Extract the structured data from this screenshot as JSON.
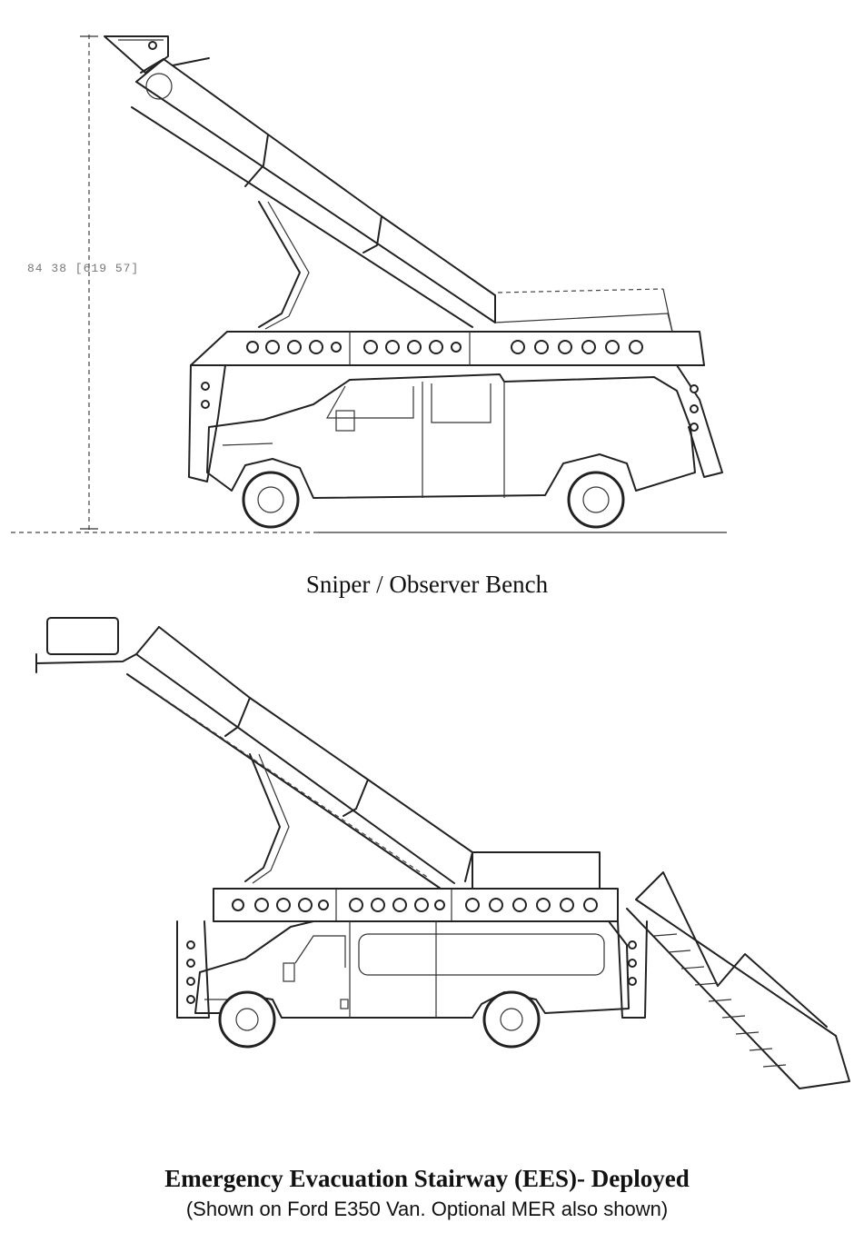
{
  "figures": [
    {
      "caption": "Sniper / Observer Bench",
      "dimension_text": "84 38 [619 57]",
      "vehicle": "pickup-truck",
      "accessory": "observer-bench-ladder"
    },
    {
      "caption": "Emergency Evacuation Stairway (EES)- Deployed",
      "subcaption": "(Shown on Ford E350 Van.  Optional MER also shown)",
      "vehicle": "van",
      "accessory": "evacuation-stairway"
    }
  ]
}
